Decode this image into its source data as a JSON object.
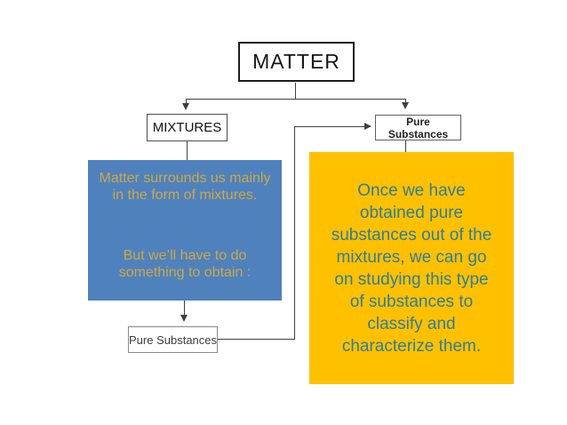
{
  "slide": {
    "background": "#ffffff"
  },
  "colors": {
    "blue_box_fill": "#4F81BD",
    "yellow_box_fill": "#FFC000",
    "blue_box_text": "#CCA947",
    "yellow_box_text": "#2F7E99",
    "connector_line": "#404040",
    "box_border": "#1c1c1c"
  },
  "nodes": {
    "matter": {
      "label": "MATTER"
    },
    "mixtures": {
      "label": "MIXTURES"
    },
    "pure_substances_top": {
      "label": "Pure Substances"
    },
    "pure_substances_bottom": {
      "label": "Pure Substances"
    }
  },
  "callouts": {
    "mixtures_note": {
      "paragraph1": "Matter surrounds us mainly\nin the form of mixtures.",
      "paragraph2": "But we’ll have to do\nsomething to obtain :"
    },
    "pure_substances_note": {
      "text": "Once we have\nobtained pure\nsubstances out of the\nmixtures, we can go\non studying this type\nof substances to\nclassify and\ncharacterize them."
    }
  }
}
